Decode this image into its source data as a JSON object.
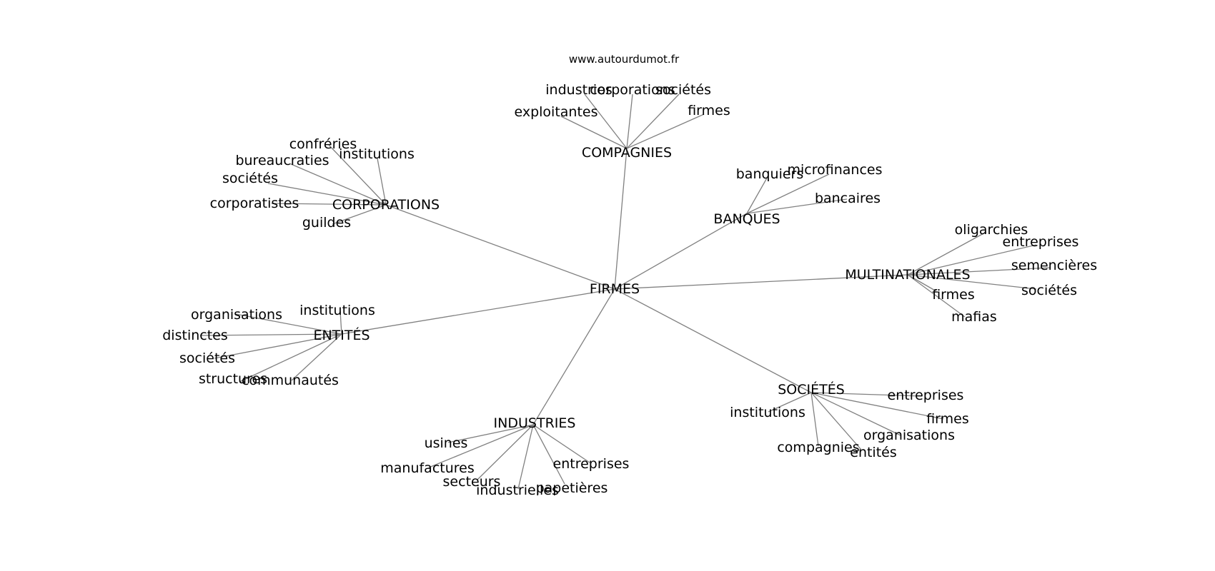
{
  "site": "www.autourdumot.fr",
  "colors": {
    "edge": "#808080",
    "text": "#000000",
    "background": "#ffffff"
  },
  "root": "FIRMES",
  "clusters": [
    {
      "label": "COMPAGNIES",
      "children": [
        "industries",
        "corporations",
        "sociétés",
        "exploitantes",
        "firmes"
      ]
    },
    {
      "label": "CORPORATIONS",
      "children": [
        "confréries",
        "institutions",
        "bureaucraties",
        "sociétés",
        "corporatistes",
        "guildes"
      ]
    },
    {
      "label": "BANQUES",
      "children": [
        "banquiers",
        "microfinances",
        "bancaires"
      ]
    },
    {
      "label": "MULTINATIONALES",
      "children": [
        "oligarchies",
        "entreprises",
        "semencières",
        "sociétés",
        "firmes",
        "mafias"
      ]
    },
    {
      "label": "ENTITÉS",
      "children": [
        "organisations",
        "institutions",
        "distinctes",
        "sociétés",
        "structures",
        "communautés"
      ]
    },
    {
      "label": "SOCIÉTÉS",
      "children": [
        "entreprises",
        "institutions",
        "firmes",
        "organisations",
        "compagnies",
        "entités"
      ]
    },
    {
      "label": "INDUSTRIES",
      "children": [
        "usines",
        "manufactures",
        "secteurs",
        "industrielles",
        "papetières",
        "entreprises"
      ]
    }
  ]
}
